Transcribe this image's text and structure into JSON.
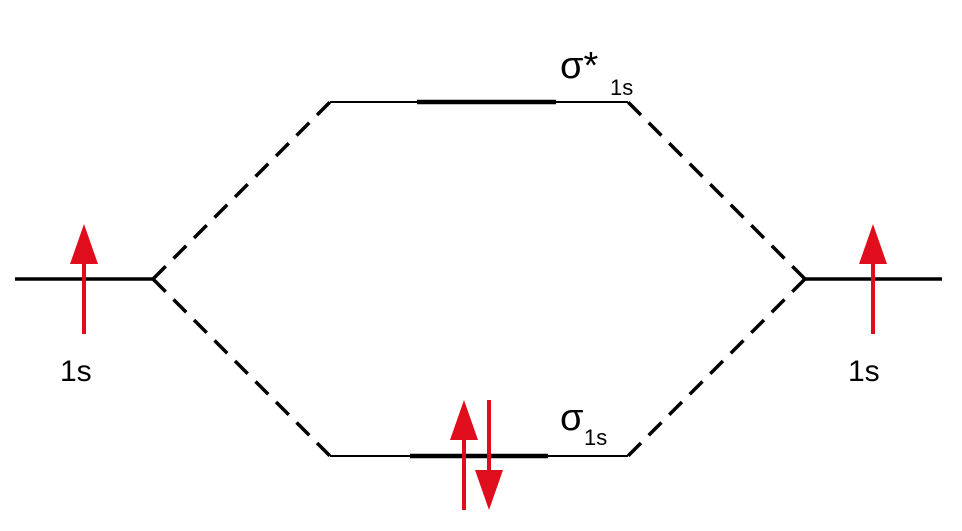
{
  "labels": {
    "left_orbital": "1s",
    "right_orbital": "1s",
    "antibonding_symbol": "σ*",
    "antibonding_subscript": "1s",
    "bonding_symbol": "σ",
    "bonding_subscript": "1s"
  },
  "colors": {
    "line": "#000000",
    "electron_arrow": "#e00d1d",
    "text": "#000000"
  },
  "electrons": {
    "left_1s": [
      "up"
    ],
    "right_1s": [
      "up"
    ],
    "sigma_1s": [
      "up",
      "down"
    ],
    "sigma_star_1s": []
  }
}
